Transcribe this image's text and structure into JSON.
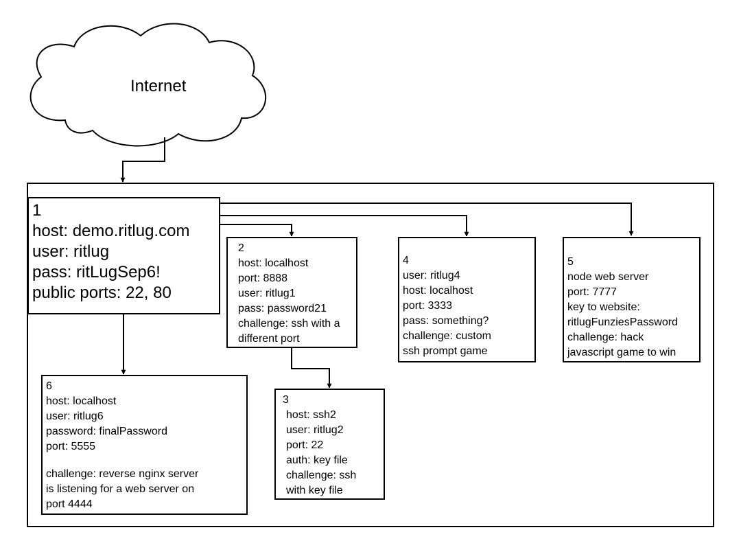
{
  "cloud": {
    "label": "Internet"
  },
  "node1": {
    "lines": [
      "1",
      "host: demo.ritlug.com",
      "user: ritlug",
      "pass: ritLugSep6!",
      "public ports: 22, 80"
    ]
  },
  "node2": {
    "lines": [
      "2",
      "host: localhost",
      "port: 8888",
      "user: ritlug1",
      "pass: password21",
      "challenge: ssh with a",
      "different port"
    ]
  },
  "node3": {
    "lines": [
      "3",
      "host: ssh2",
      "user: ritlug2",
      "port: 22",
      "auth: key file",
      "challenge: ssh",
      "with key file"
    ]
  },
  "node4": {
    "lines": [
      "4",
      "user: ritlug4",
      "host: localhost",
      "port: 3333",
      "pass: something?",
      "challenge: custom",
      "ssh prompt game"
    ]
  },
  "node5": {
    "lines": [
      "5",
      "node web server",
      "port: 7777",
      "key to website:",
      "ritlugFunziesPassword",
      "challenge: hack",
      "javascript game to win"
    ]
  },
  "node6": {
    "lines": [
      "6",
      "host: localhost",
      "user: ritlug6",
      "password: finalPassword",
      "port: 5555"
    ],
    "challenge_lines": [
      "challenge: reverse nginx server",
      "is listening for a web server on",
      "port 4444"
    ]
  }
}
